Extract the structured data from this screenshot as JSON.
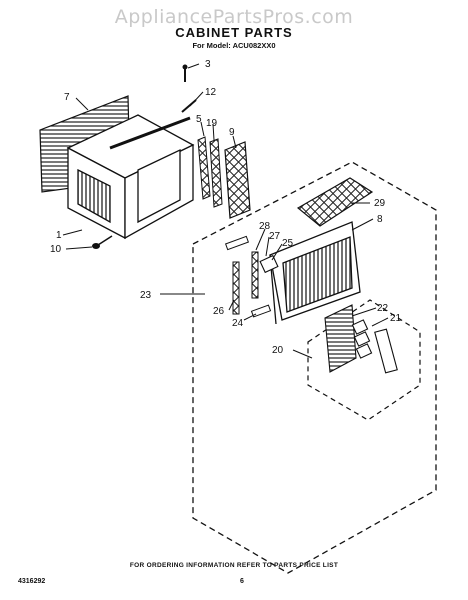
{
  "watermark": "AppliancePartsPros.com",
  "title": "CABINET PARTS",
  "model_line": "For Model: ACU082XX0",
  "footer": "FOR ORDERING INFORMATION REFER TO PARTS PRICE LIST",
  "doc_number": "4316292",
  "page_number": "6",
  "callouts": {
    "c1": "1",
    "c3": "3",
    "c5": "5",
    "c7": "7",
    "c8": "8",
    "c9": "9",
    "c10": "10",
    "c12": "12",
    "c19": "19",
    "c20": "20",
    "c21": "21",
    "c22": "22",
    "c23": "23",
    "c24": "24",
    "c25": "25",
    "c26": "26",
    "c27": "27",
    "c28": "28",
    "c29": "29"
  }
}
